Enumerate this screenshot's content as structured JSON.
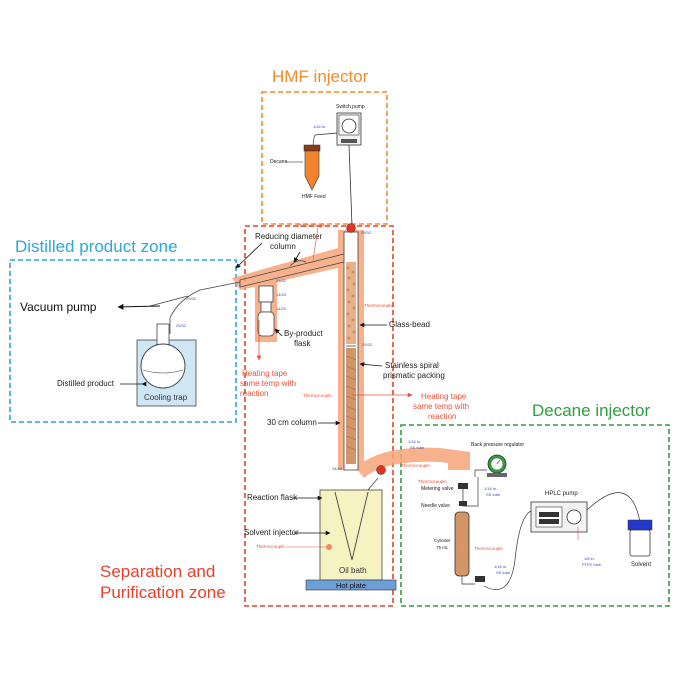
{
  "zones": {
    "hmf": {
      "title": "HMF injector",
      "color": "#f28a2e"
    },
    "distilled": {
      "title": "Distilled product zone",
      "color": "#2aa6e0"
    },
    "decane": {
      "title": "Decane injector",
      "color": "#2e9e3e"
    },
    "separation": {
      "title_line1": "Separation and",
      "title_line2": "Purification zone",
      "color": "#e8412b"
    }
  },
  "labels": {
    "vacuum_pump": "Vacuum pump",
    "distilled_product": "Distilled product",
    "cooling_trap": "Cooling trap",
    "reducing_diameter_line1": "Reducing diameter",
    "reducing_diameter_line2": "column",
    "byproduct_line1": "By-product",
    "byproduct_line2": "flask",
    "glass_bead": "Glass-bead",
    "spiral_line1": "Stainless spiral",
    "spiral_line2": "prismatic packing",
    "column_30cm": "30 cm column",
    "reaction_flask": "Reaction flask",
    "solvent_injector": "Solvent injector",
    "oil_bath": "Oil bath",
    "hot_plate": "Hot plate",
    "heating_tape_left_1": "Heating tape",
    "heating_tape_left_2": "same temp with",
    "heating_tape_left_3": "reaction",
    "heating_tape_right_1": "Heating tape",
    "heating_tape_right_2": "same temp with",
    "heating_tape_right_3": "reaction",
    "thermocouple": "Thermocouple",
    "switch_pump": "Switch pump",
    "decane": "Decane",
    "hmf_feed": "HMF Feed",
    "back_pressure_regulator": "Back pressure regulator",
    "metering_valve": "Metering valve",
    "needle_valve": "Needle valve",
    "cylinder_line1": "Cylinder",
    "cylinder_line2": "75 mL",
    "hplc_pump": "HPLC pump",
    "solvent": "Solvent",
    "joint_2932": "29/32",
    "joint_1430": "14/20",
    "joint_2440": "24/40",
    "tube_116": "1/16 in.",
    "tube_ss": "SS tube",
    "tube_18": "1/8 in.",
    "tube_ptfe": "PTFE tube"
  },
  "colors": {
    "orange_fill": "#f7c9a8",
    "tape": "#f6a57a",
    "glass": "#ffffff",
    "oil": "#f6f3c3",
    "hotplate": "#6d9fd6",
    "packing": "#e7b28a"
  }
}
